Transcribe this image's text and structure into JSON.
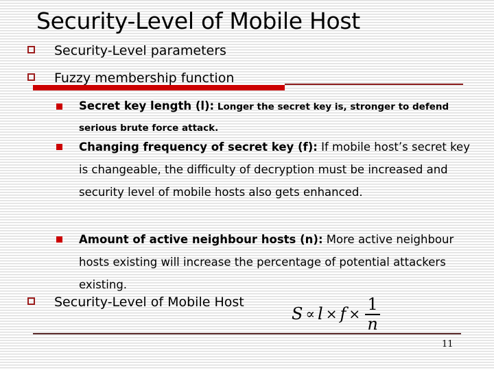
{
  "slide": {
    "title": "Security-Level of Mobile Host",
    "page_number": "11",
    "colors": {
      "accent": "#cc0000",
      "bullet_border": "#9b1b1b",
      "rule": "#8b1a1a"
    }
  },
  "bullets": [
    {
      "label": "Security-Level parameters",
      "icon": "hollow-square-bullet"
    },
    {
      "label": "Fuzzy membership function",
      "icon": "hollow-square-bullet"
    },
    {
      "label": "Security-Level of Mobile Host",
      "icon": "hollow-square-bullet"
    }
  ],
  "sub_bullets": [
    {
      "term": "Secret key length (l):",
      "text": " Longer the secret key is, stronger to defend serious brute force attack.",
      "icon": "solid-square-bullet"
    },
    {
      "term": "Changing frequency of secret key (f):",
      "text": " If mobile host’s secret key is changeable, the difficulty of decryption must be increased and security level of mobile hosts also gets enhanced.",
      "icon": "solid-square-bullet"
    },
    {
      "term": "Amount of active neighbour hosts (n):",
      "text": " More active neighbour hosts existing will increase the percentage of potential attackers existing.",
      "icon": "solid-square-bullet"
    }
  ],
  "formula": {
    "lhs": "S",
    "relation": "∝",
    "var1": "l",
    "times1": "×",
    "var2": "f",
    "times2": "×",
    "numerator": "1",
    "denominator": "n"
  }
}
